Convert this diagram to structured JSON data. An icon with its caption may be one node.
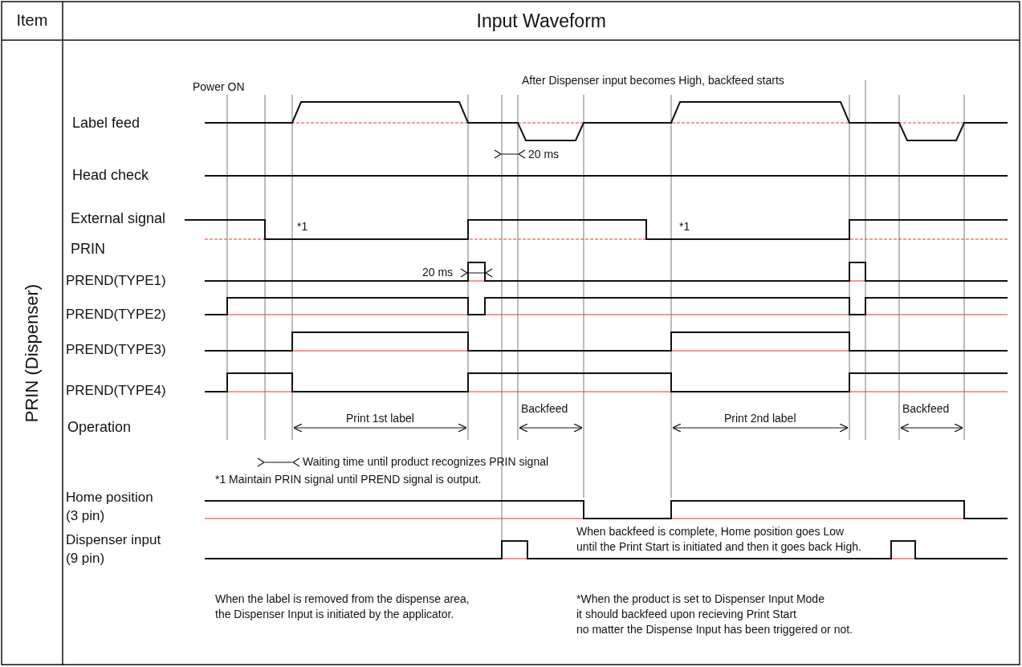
{
  "diagram": {
    "labels": [
      "Item",
      "Input Waveform",
      "PRIN (Dispenser)",
      "Power ON",
      "After Dispenser input becomes High, backfeed starts",
      "Label feed",
      "20 ms",
      "Head check",
      "External signal",
      "*1",
      "*1",
      "PRIN",
      "20 ms",
      "PREND(TYPE1)",
      "PREND(TYPE2)",
      "PREND(TYPE3)",
      "PREND(TYPE4)",
      "Backfeed",
      "Backfeed",
      "Operation",
      "Print 1st label",
      "Print 2nd label",
      "Waiting time until product recognizes PRIN signal",
      "*1 Maintain PRIN signal until PREND signal is output.",
      "Home position (3 pin)",
      "Dispenser input (9 pin)",
      "When backfeed is complete, Home position goes Low until the Print Start is initiated and then it goes back High.",
      "When the label is removed from the dispense area, the Dispenser Input is initiated by the applicator.",
      "*When the product is set to Dispenser Input Mode it should backfeed upon recieving Print Start no matter the Dispense Input has been triggered or not."
    ]
  }
}
